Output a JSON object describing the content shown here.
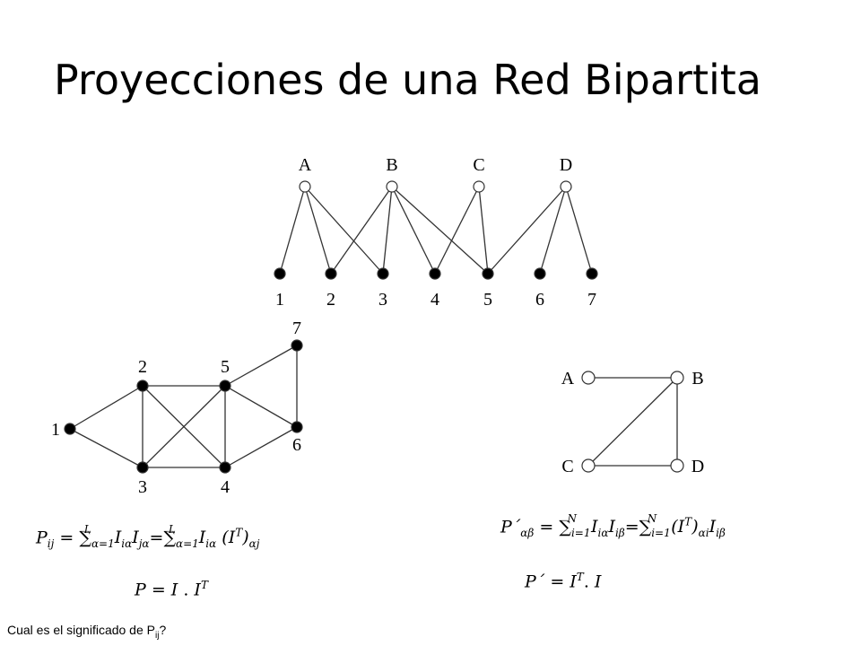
{
  "title": "Proyecciones de una Red Bipartita",
  "bipartite": {
    "top_nodes": [
      "A",
      "B",
      "C",
      "D"
    ],
    "bottom_nodes": [
      "1",
      "2",
      "3",
      "4",
      "5",
      "6",
      "7"
    ],
    "edges": [
      [
        "A",
        "1"
      ],
      [
        "A",
        "2"
      ],
      [
        "A",
        "3"
      ],
      [
        "B",
        "2"
      ],
      [
        "B",
        "3"
      ],
      [
        "B",
        "4"
      ],
      [
        "B",
        "5"
      ],
      [
        "C",
        "4"
      ],
      [
        "C",
        "5"
      ],
      [
        "D",
        "5"
      ],
      [
        "D",
        "6"
      ],
      [
        "D",
        "7"
      ]
    ]
  },
  "projection_bottom": {
    "nodes": [
      "1",
      "2",
      "3",
      "4",
      "5",
      "6",
      "7"
    ],
    "edges": [
      [
        "1",
        "2"
      ],
      [
        "1",
        "3"
      ],
      [
        "2",
        "3"
      ],
      [
        "2",
        "5"
      ],
      [
        "2",
        "4"
      ],
      [
        "3",
        "5"
      ],
      [
        "3",
        "4"
      ],
      [
        "4",
        "5"
      ],
      [
        "4",
        "6"
      ],
      [
        "5",
        "6"
      ],
      [
        "5",
        "7"
      ],
      [
        "6",
        "7"
      ]
    ]
  },
  "projection_top": {
    "nodes": [
      "A",
      "B",
      "C",
      "D"
    ],
    "edges": [
      [
        "A",
        "B"
      ],
      [
        "B",
        "C"
      ],
      [
        "B",
        "D"
      ],
      [
        "C",
        "D"
      ]
    ]
  },
  "formulas": {
    "pij_sum": "P_ij = Σ_{α=1}^{L} I_iα I_jα = Σ_{α=1}^{L} I_iα (I^T)_αj",
    "p_matrix": "P = I . I^T",
    "pprime_sum": "P´_αβ = Σ_{i=1}^{N} I_iα I_iβ = Σ_{i=1}^{N} (I^T)_αi I_iβ",
    "pprime_matrix": "P´ = I^T . I"
  },
  "question": {
    "text": "Cual es el significado de P",
    "subscript": "ij",
    "end": "?"
  },
  "colors": {
    "node_fill": "#000000",
    "edge": "#333333",
    "background": "#ffffff"
  }
}
